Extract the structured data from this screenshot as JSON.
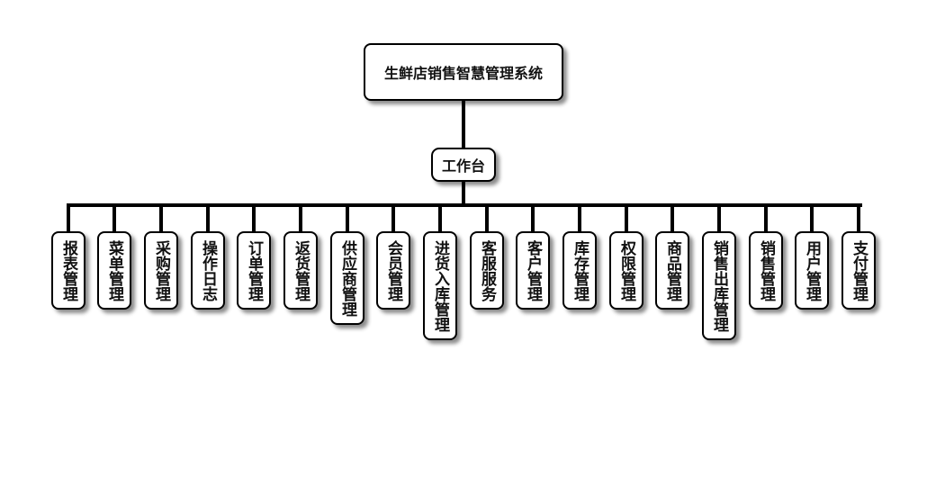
{
  "diagram": {
    "root": {
      "label": "生鲜店销售智慧管理系统"
    },
    "hub": {
      "label": "工作台"
    },
    "modules": [
      {
        "label": "报表管理"
      },
      {
        "label": "菜单管理"
      },
      {
        "label": "采购管理"
      },
      {
        "label": "操作日志"
      },
      {
        "label": "订单管理"
      },
      {
        "label": "返货管理"
      },
      {
        "label": "供应商管理"
      },
      {
        "label": "会员管理"
      },
      {
        "label": "进货入库管理"
      },
      {
        "label": "客服服务"
      },
      {
        "label": "客户管理"
      },
      {
        "label": "库存管理"
      },
      {
        "label": "权限管理"
      },
      {
        "label": "商品管理"
      },
      {
        "label": "销售出库管理"
      },
      {
        "label": "销售管理"
      },
      {
        "label": "用户管理"
      },
      {
        "label": "支付管理"
      }
    ]
  }
}
